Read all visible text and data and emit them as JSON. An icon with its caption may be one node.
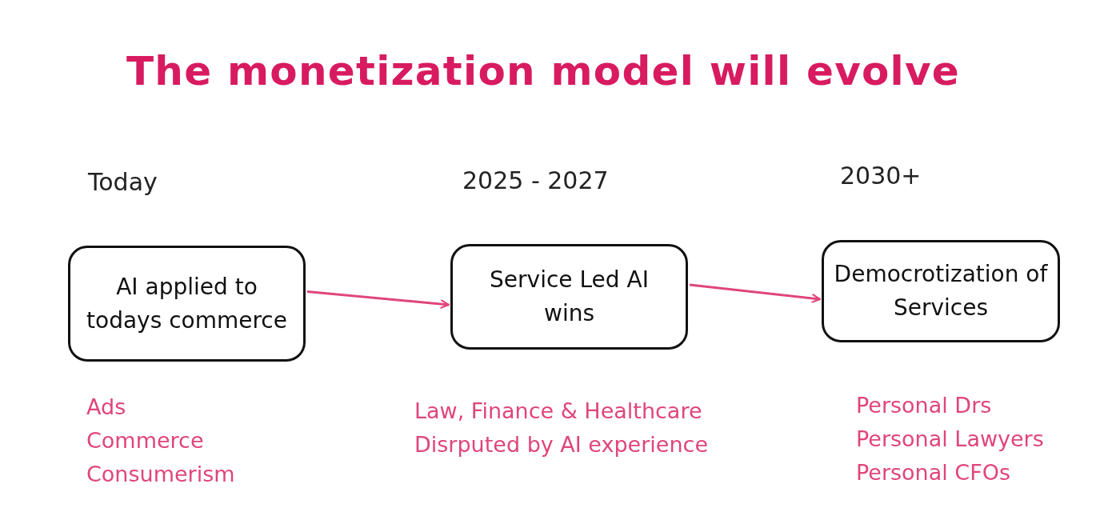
{
  "diagram": {
    "title": "The monetization model will evolve",
    "nodes": [
      {
        "text": [
          "Today",
          "AI applied to todays commerce"
        ],
        "beside": [
          "Ads",
          "Commerce",
          "Consumerism"
        ]
      },
      {
        "text": [
          "2025 - 2027",
          "Service Led AI wins"
        ],
        "beside": [
          "Law, Finance & Healthcare Disrputed by AI experience"
        ]
      },
      {
        "text": [
          "2030+",
          "Democrotization of Services"
        ],
        "beside": [
          "Personal Drs",
          "Personal Lawyers",
          "Personal CFOs"
        ]
      }
    ],
    "edges": [
      {
        "from": 0,
        "to": 1,
        "arrow": "to"
      },
      {
        "from": 1,
        "to": 2,
        "arrow": "to"
      }
    ]
  }
}
